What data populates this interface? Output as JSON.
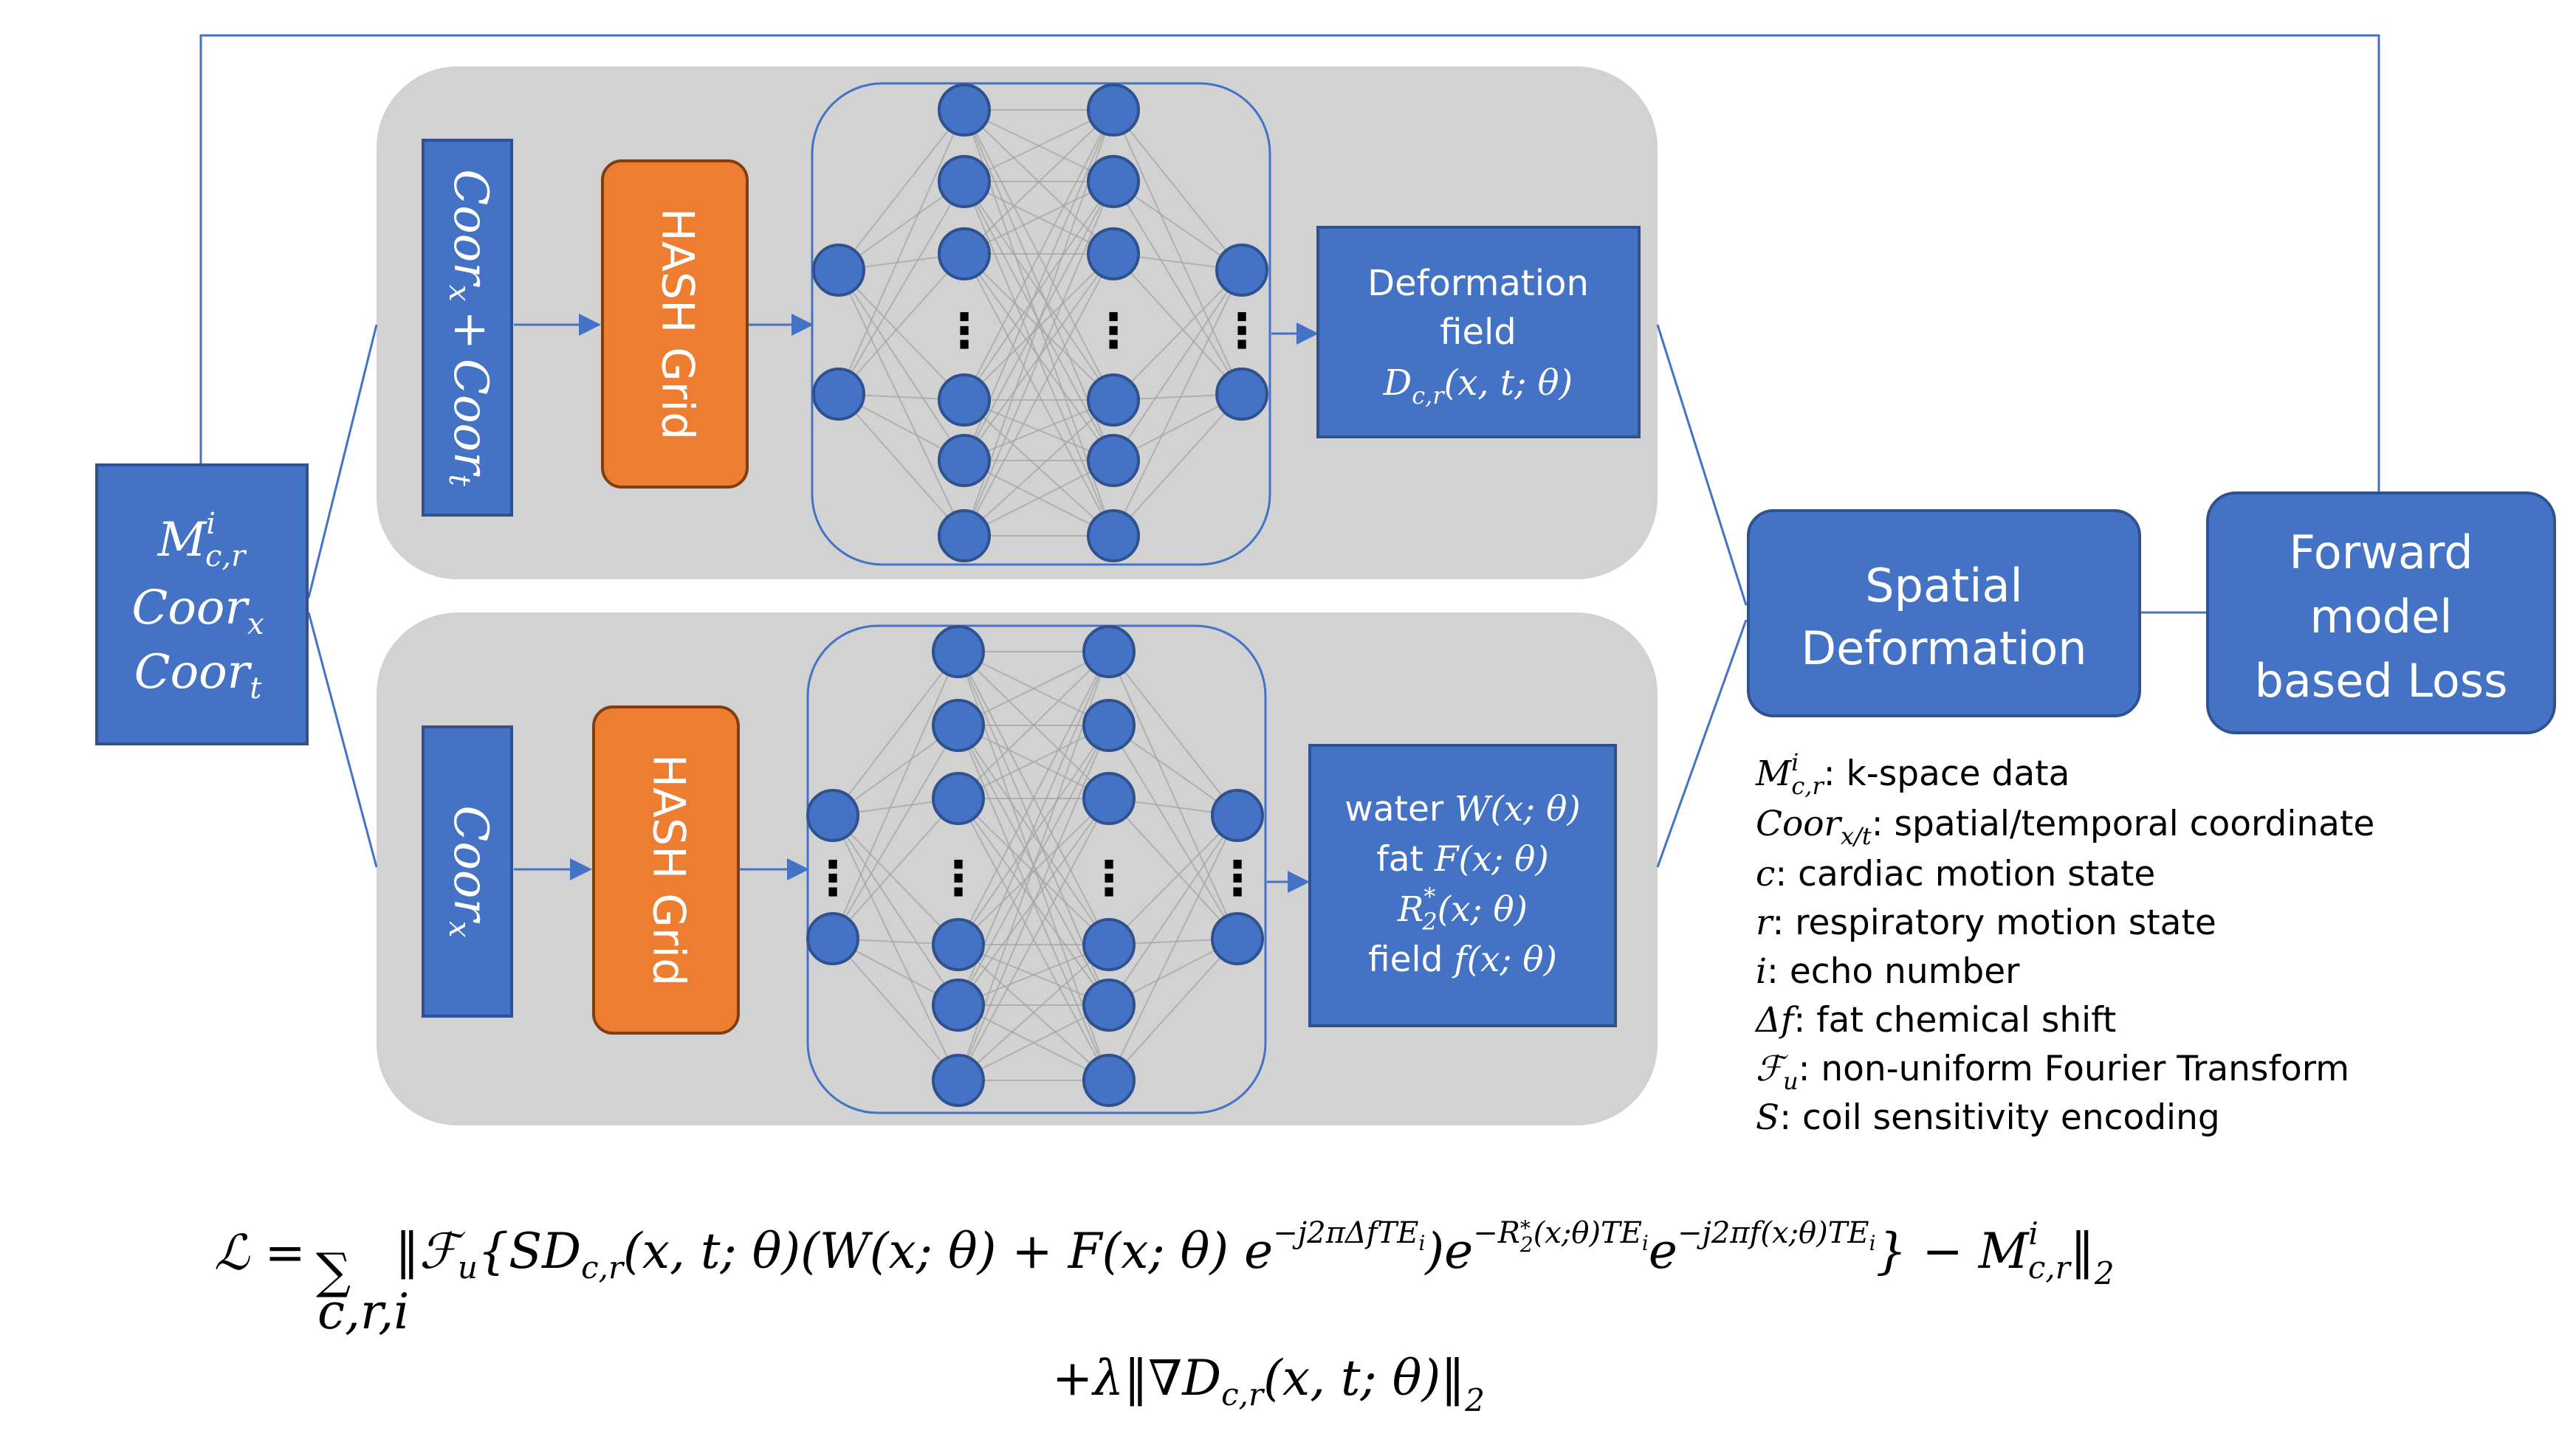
{
  "input_box": {
    "line1_var": "M",
    "line1_sup": "i",
    "line1_sub": "c,r",
    "line2_var": "Coor",
    "line2_sub": "x",
    "line3_var": "Coor",
    "line3_sub": "t"
  },
  "top_branch": {
    "input_var1": "Coor",
    "input_sub1": "x",
    "input_plus": "+",
    "input_var2": "Coor",
    "input_sub2": "t",
    "encoder_label": "HASH Grid",
    "output_line1": "Deformation",
    "output_line2": "field",
    "output_formula_var": "D",
    "output_formula_sub": "c,r",
    "output_formula_args": "(x, t; θ)"
  },
  "bottom_branch": {
    "input_var": "Coor",
    "input_sub": "x",
    "encoder_label": "HASH Grid",
    "outputs": [
      {
        "label": "water",
        "formula": "W(x; θ)"
      },
      {
        "label": "fat",
        "formula": "F(x; θ)"
      },
      {
        "label": "",
        "formula_var": "R",
        "formula_sup": "*",
        "formula_sub": "2",
        "formula_args": "(x; θ)"
      },
      {
        "label": "field",
        "formula": "f(x; θ)"
      }
    ]
  },
  "spatial_box": {
    "line1": "Spatial",
    "line2": "Deformation"
  },
  "loss_box": {
    "line1": "Forward",
    "line2": "model",
    "line3": "based Loss"
  },
  "legend": [
    {
      "sym": "M",
      "sup": "i",
      "sub": "c,r",
      "desc": ": k-space data"
    },
    {
      "sym": "Coor",
      "sub": "x/t",
      "desc": ": spatial/temporal coordinate"
    },
    {
      "sym": "c",
      "desc": ": cardiac motion state"
    },
    {
      "sym": "r",
      "desc": ": respiratory motion state"
    },
    {
      "sym": "i",
      "desc": ": echo number"
    },
    {
      "sym": "Δf",
      "desc": ": fat chemical shift"
    },
    {
      "sym": "ℱ",
      "sub": "u",
      "desc": ": non-uniform Fourier Transform"
    },
    {
      "sym": "S",
      "desc": ": coil sensitivity encoding"
    }
  ],
  "equation": {
    "lhs": "ℒ =",
    "sum": "∑",
    "sum_sub": "c,r,i",
    "line1_a": "‖ℱ",
    "line1_a_sub": "u",
    "line1_b": "{SD",
    "line1_b_sub": "c,r",
    "line1_c": "(x, t; θ)(W(x; θ)  + F(x; θ) e",
    "exp1": "−j2πΔfTE",
    "exp1_sub": "i",
    "line1_d": ")e",
    "exp2": "−R",
    "exp2_sup": "*",
    "exp2_sub": "2",
    "exp2_b": "(x;θ)TE",
    "exp2_sub2": "i",
    "line1_e": "e",
    "exp3": "−j2πf(x;θ)TE",
    "exp3_sub": "i",
    "line1_f": "} − M",
    "line1_f_sup": "i",
    "line1_f_sub": "c,r",
    "line1_g": "‖",
    "line1_g_sub": "2",
    "line2_a": "+λ‖∇D",
    "line2_a_sub": "c,r",
    "line2_b": "(x, t; θ)‖",
    "line2_b_sub": "2"
  },
  "colors": {
    "box_blue": "#4472c4",
    "hash_orange": "#ed7d31",
    "panel_gray": "#d2d2d2"
  }
}
